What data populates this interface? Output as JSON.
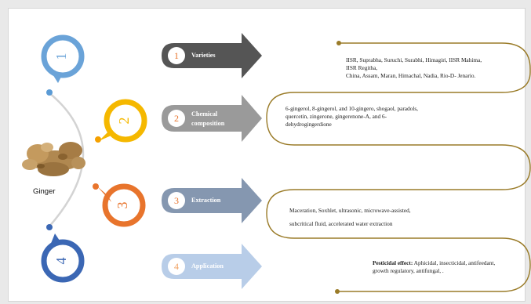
{
  "center_label": "Ginger",
  "colors": {
    "circle_1": "#6aa3d8",
    "circle_2": "#f5b800",
    "circle_3": "#e8742c",
    "circle_4": "#3b67b4",
    "arrow_1": "#555555",
    "arrow_2": "#9a9a9a",
    "arrow_3": "#8597b0",
    "arrow_4": "#b8cde8",
    "badge_1": "#e8742c",
    "badge_2": "#e8742c",
    "badge_3": "#e8742c",
    "badge_4": "#f0a060",
    "connector": "#9a7b28"
  },
  "circles": [
    {
      "number": "1"
    },
    {
      "number": "2"
    },
    {
      "number": "3"
    },
    {
      "number": "4"
    }
  ],
  "steps": [
    {
      "number": "1",
      "label": "Varieties"
    },
    {
      "number": "2",
      "label_line1": "Chemical",
      "label_line2": "composition"
    },
    {
      "number": "3",
      "label": "Extraction"
    },
    {
      "number": "4",
      "label": "Application"
    }
  ],
  "details": {
    "varieties": {
      "line1": "IISR, Suprabha, Suruchi, Surabhi, Himagiri, IISR Mahima,",
      "line2": "IISR Regitha,",
      "line3": "China, Assam, Maran, Himachal, Nadia, Rio-D- Jenario."
    },
    "chemical": {
      "line1": "6-gingerol, 8-gingerol, and 10-gingero, shogaol, paradols,",
      "line2": "quercetin, zingerone, gingerenone-A, and 6-",
      "line3": "dehydrogingerdione"
    },
    "extraction": {
      "line1": "Maceration, Soxhlet, ultrasonic, microwave-assisted,",
      "line2": "subcritical fluid, accelerated water extraction"
    },
    "application": {
      "bold": "Pesticidal effect:",
      "line1_rest": " Aphicidal, insecticidal, antifeedant,",
      "line2": "growth regulatory, antifungal, ."
    }
  }
}
